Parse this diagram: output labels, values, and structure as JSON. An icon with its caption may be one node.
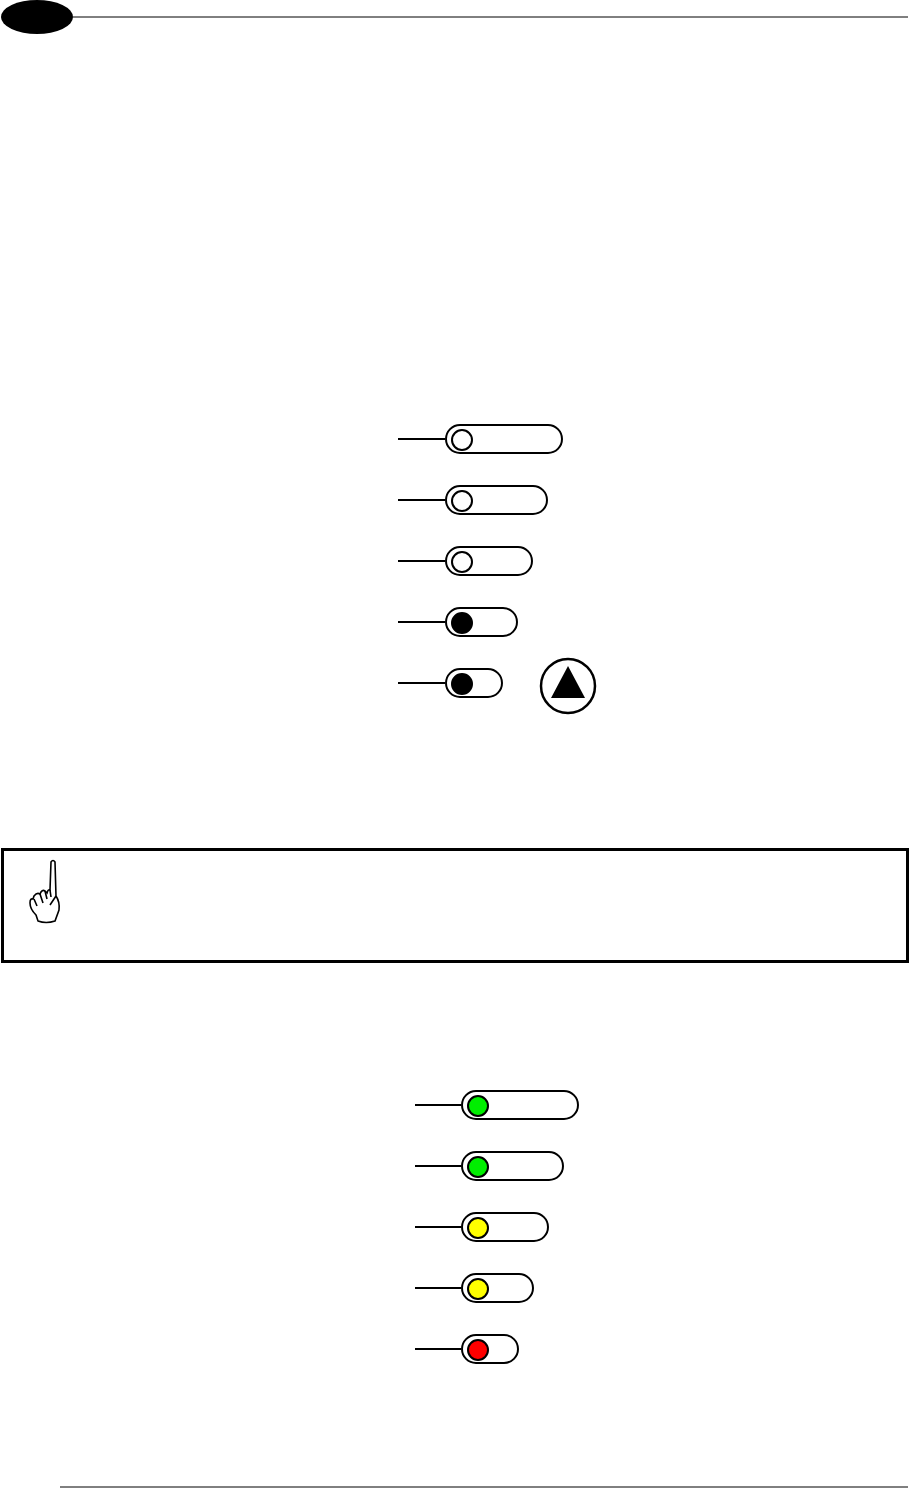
{
  "diagram": {
    "nodes": [
      {
        "text": [],
        "shape": "bar"
      },
      {
        "text": [],
        "shape": "bar"
      },
      {
        "text": [],
        "shape": "bar"
      },
      {
        "text": [],
        "shape": "bar"
      },
      {
        "text": [],
        "shape": "bar"
      },
      {
        "text": [],
        "shape": "bar"
      },
      {
        "text": [],
        "shape": "bar"
      },
      {
        "text": [],
        "shape": "bar"
      },
      {
        "text": [],
        "shape": "bar"
      },
      {
        "text": [],
        "shape": "bar"
      }
    ],
    "edges": [
      {
        "from": null,
        "to": 0,
        "arrow": "none"
      },
      {
        "from": null,
        "to": 1,
        "arrow": "none"
      },
      {
        "from": null,
        "to": 2,
        "arrow": "none"
      },
      {
        "from": null,
        "to": 3,
        "arrow": "none"
      },
      {
        "from": null,
        "to": 4,
        "arrow": "none"
      },
      {
        "from": null,
        "to": 5,
        "arrow": "none"
      },
      {
        "from": null,
        "to": 6,
        "arrow": "none"
      },
      {
        "from": null,
        "to": 7,
        "arrow": "none"
      },
      {
        "from": null,
        "to": 8,
        "arrow": "none"
      },
      {
        "from": null,
        "to": 9,
        "arrow": "none"
      }
    ]
  }
}
